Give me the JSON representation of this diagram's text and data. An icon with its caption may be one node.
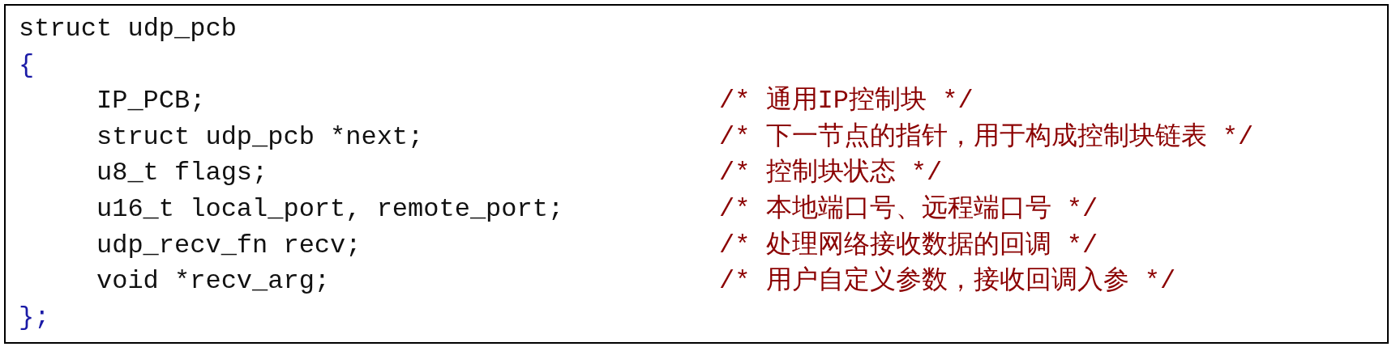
{
  "diagram": {
    "labels": [
      "struct udp_pcb",
      "{",
      "IP_PCB;",
      "/* 通用IP控制块 */",
      "struct udp_pcb *next;",
      "/* 下一节点的指针，用于构成控制块链表 */",
      "u8_t flags;",
      "/* 控制块状态 */",
      "u16_t local_port, remote_port;",
      "/* 本地端口号、远程端口号 */",
      "udp_recv_fn recv;",
      "/* 处理网络接收数据的回调 */",
      "void *recv_arg;",
      "/* 用户自定义参数，接收回调入参 */",
      "};"
    ]
  }
}
